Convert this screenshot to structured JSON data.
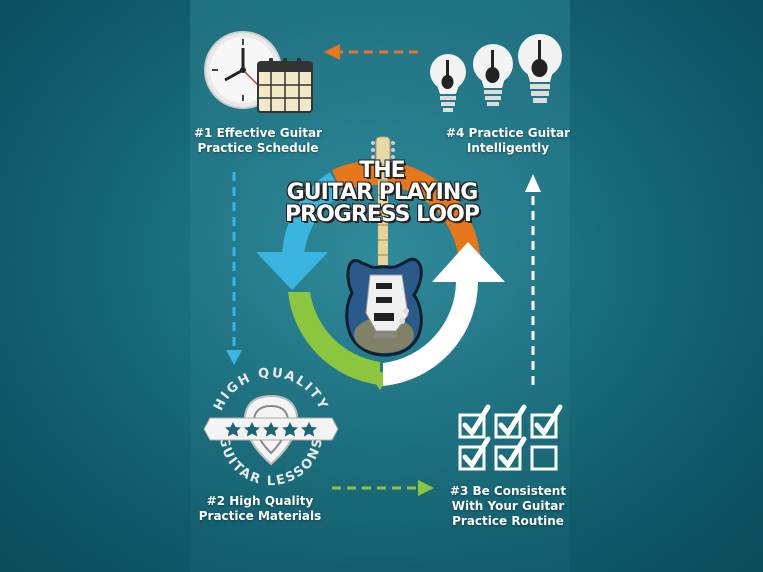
{
  "title": {
    "line1": "THE",
    "line2": "GUITAR PLAYING",
    "line3": "PROGRESS LOOP"
  },
  "steps": [
    {
      "id": 1,
      "line1": "#1 Effective Guitar",
      "line2": "Practice Schedule"
    },
    {
      "id": 2,
      "line1": "#2 High Quality",
      "line2": "Practice Materials"
    },
    {
      "id": 3,
      "line1": "#3 Be Consistent",
      "line2": "With Your Guitar",
      "line3": "Practice Routine"
    },
    {
      "id": 4,
      "line1": "#4 Practice Guitar",
      "line2": "Intelligently"
    }
  ],
  "badge": {
    "top_text": "HIGH QUALITY",
    "bottom_text": "GUITAR LESSONS",
    "stars": 5
  },
  "checklist": {
    "checked": 5,
    "total": 6
  },
  "icons": {
    "schedule": [
      "clock-icon",
      "calendar-icon"
    ],
    "intelligently": [
      "lightbulb-guitar-icon"
    ],
    "consistent": [
      "checkbox-icon"
    ],
    "materials": [
      "guitar-pick-badge-icon",
      "star-icon"
    ],
    "center": [
      "electric-guitar-icon"
    ]
  },
  "colors": {
    "orange": "#e8771a",
    "blue": "#3ab4e0",
    "green": "#8cc63f",
    "white": "#ffffff",
    "background": "#0f5a6a"
  }
}
